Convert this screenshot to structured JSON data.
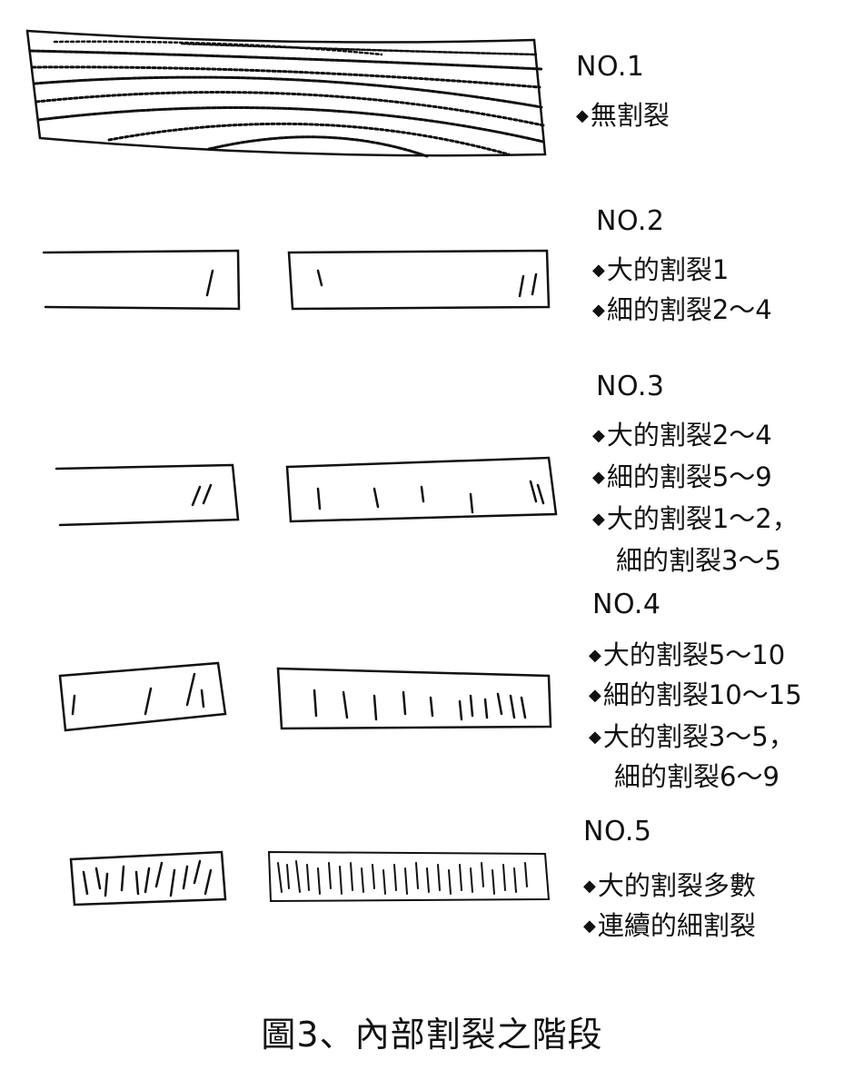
{
  "caption": "圖3、內部割裂之階段",
  "stages": [
    {
      "title": "NO.1",
      "lines": [
        "無割裂"
      ],
      "continuation": ""
    },
    {
      "title": "NO.2",
      "lines": [
        "大的割裂1",
        "細的割裂2～4"
      ],
      "continuation": ""
    },
    {
      "title": "NO.3",
      "lines": [
        "大的割裂2～4",
        "細的割裂5～9",
        "大的割裂1～2，"
      ],
      "continuation": "細的割裂3～5"
    },
    {
      "title": "NO.4",
      "lines": [
        "大的割裂5～10",
        "細的割裂10～15",
        "大的割裂3～5，"
      ],
      "continuation": "細的割裂6～9"
    },
    {
      "title": "NO.5",
      "lines": [
        "大的割裂多數",
        "連續的細割裂"
      ],
      "continuation": ""
    }
  ]
}
